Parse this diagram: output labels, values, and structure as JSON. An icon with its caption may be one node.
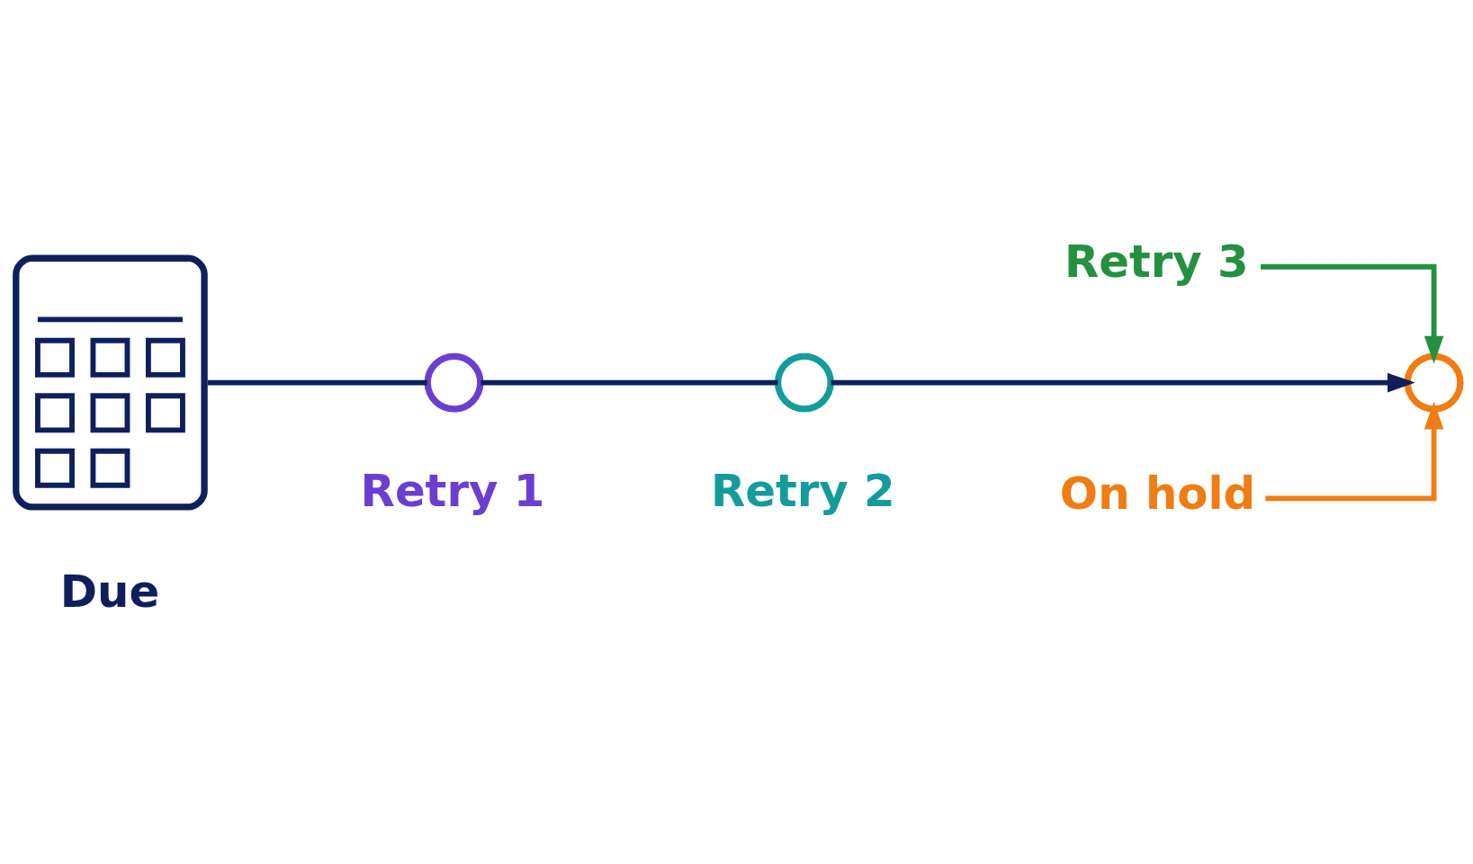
{
  "diagram": {
    "nodes": [
      {
        "text": [],
        "shape": "picture",
        "beside": [
          "Due"
        ]
      },
      {
        "text": [],
        "shape": "circle",
        "beside": [
          "Retry 1"
        ]
      },
      {
        "text": [],
        "shape": "circle",
        "beside": [
          "Retry 2"
        ]
      },
      {
        "text": [
          "Retry 3"
        ]
      },
      {
        "text": [],
        "shape": "circle"
      },
      {
        "text": [
          "On hold"
        ]
      }
    ],
    "edges": [
      {
        "from": 0,
        "to": 1,
        "arrow": "none"
      },
      {
        "from": 1,
        "to": 2,
        "arrow": "none"
      },
      {
        "from": 2,
        "to": 4,
        "arrow": "to"
      },
      {
        "from": 3,
        "to": 4,
        "arrow": "to",
        "color": "#23913f"
      },
      {
        "from": 5,
        "to": 4,
        "arrow": "to",
        "color": "#f07c12"
      }
    ]
  }
}
